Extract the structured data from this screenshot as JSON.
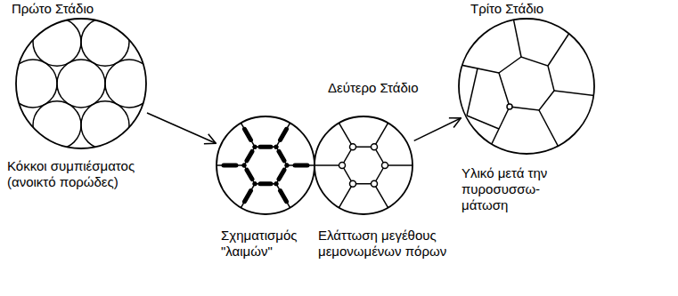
{
  "diagram": {
    "nodes": [
      {
        "text": [
          "Πρώτο Στάδιο",
          "Κόκκοι συμπιέσματος (ανοικτό πορώδες)"
        ]
      },
      {
        "text": [
          "Σχηματισμός \"λαιμών\""
        ]
      },
      {
        "text": [
          "Ελάττωση μεγέθους μεμονωμένων πόρων"
        ]
      },
      {
        "text": [
          "Τρίτο Στάδιο",
          "Υλικό μετά την πυροσυσσω- μάτωση"
        ]
      }
    ],
    "edges": [
      {
        "from": 0,
        "to": 1,
        "arrow": "to"
      },
      {
        "from": 2,
        "to": 3,
        "arrow": "to"
      }
    ],
    "labels": [
      "Δεύτερο Στάδιο"
    ]
  }
}
